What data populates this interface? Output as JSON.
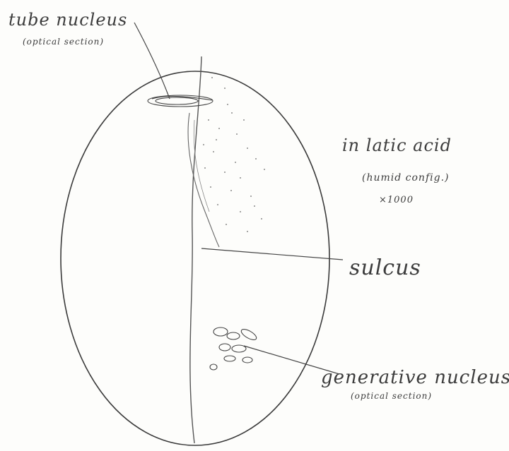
{
  "labels": {
    "tube_nucleus": "tube nucleus",
    "tube_nucleus_note": "(optical section)",
    "medium": "in latic acid",
    "medium_note": "(humid config.)",
    "magnification": "×1000",
    "sulcus": "sulcus",
    "generative_nucleus": "generative nucleus",
    "generative_nucleus_note": "(optical section)"
  },
  "colors": {
    "ink": "#3a3a3a",
    "paper": "#fdfdfb"
  }
}
